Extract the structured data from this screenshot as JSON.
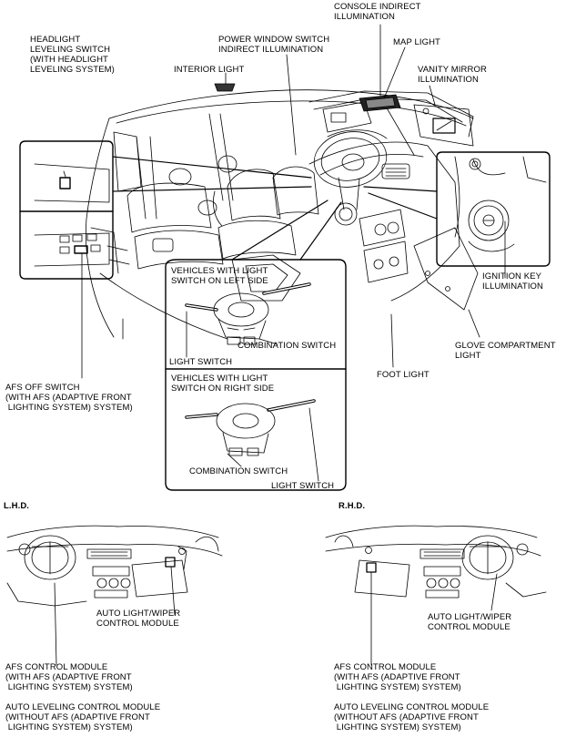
{
  "labels": {
    "console_indirect": "CONSOLE INDIRECT\nILLUMINATION",
    "map_light": "MAP LIGHT",
    "vanity_mirror": "VANITY MIRROR\nILLUMINATION",
    "power_window": "POWER WINDOW SWITCH\nINDIRECT ILLUMINATION",
    "headlight_leveling": "HEADLIGHT\nLEVELING SWITCH\n(WITH HEADLIGHT\nLEVELING SYSTEM)",
    "interior_light": "INTERIOR LIGHT",
    "vehicles_left": "VEHICLES WITH LIGHT\nSWITCH ON LEFT SIDE",
    "light_switch_left": "LIGHT SWITCH",
    "combination_switch_left": "COMBINATION SWITCH",
    "vehicles_right": "VEHICLES WITH LIGHT\nSWITCH ON RIGHT SIDE",
    "combination_switch_right": "COMBINATION SWITCH",
    "light_switch_right": "LIGHT SWITCH",
    "afs_off_switch": "AFS OFF SWITCH\n(WITH AFS (ADAPTIVE FRONT\n LIGHTING SYSTEM) SYSTEM)",
    "foot_light": "FOOT LIGHT",
    "ignition_key": "IGNITION KEY\nILLUMINATION",
    "glove_compartment": "GLOVE COMPARTMENT\nLIGHT",
    "lhd": "L.H.D.",
    "rhd": "R.H.D.",
    "auto_light_left": "AUTO LIGHT/WIPER\nCONTROL MODULE",
    "afs_control_left": "AFS CONTROL MODULE\n(WITH AFS (ADAPTIVE FRONT\n LIGHTING SYSTEM) SYSTEM)",
    "auto_leveling_left": "AUTO LEVELING CONTROL MODULE\n(WITHOUT AFS (ADAPTIVE FRONT\n LIGHTING SYSTEM) SYSTEM)",
    "auto_light_right": "AUTO LIGHT/WIPER\nCONTROL MODULE",
    "afs_control_right": "AFS CONTROL MODULE\n(WITH AFS (ADAPTIVE FRONT\n LIGHTING SYSTEM) SYSTEM)",
    "auto_leveling_right": "AUTO LEVELING CONTROL MODULE\n(WITHOUT AFS (ADAPTIVE FRONT\n LIGHTING SYSTEM) SYSTEM)"
  }
}
